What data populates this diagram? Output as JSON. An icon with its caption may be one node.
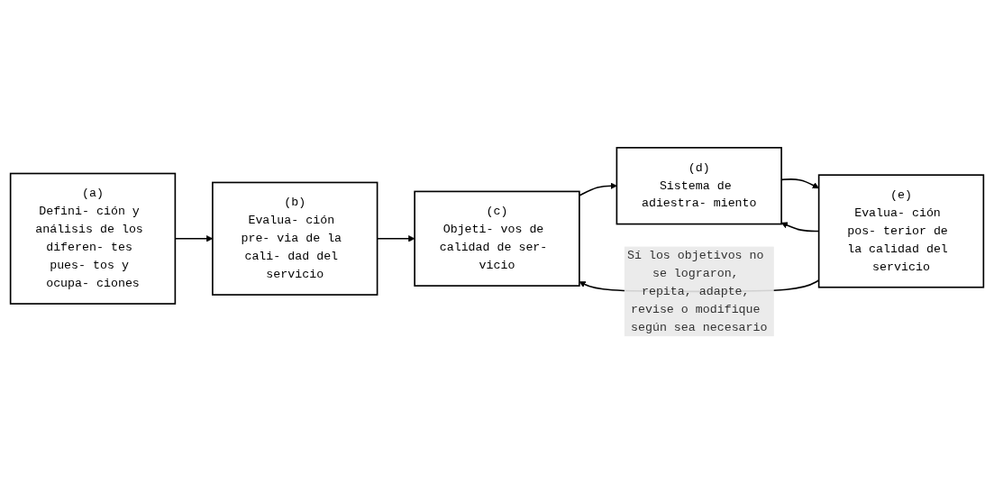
{
  "diagram": {
    "nodes": [
      {
        "text": [
          "(a)",
          "Defini- ción y análisis de los diferen- tes pues- tos y ocupa- ciones"
        ]
      },
      {
        "text": [
          "(b)",
          "Evalua- ción pre- via de la cali- dad del servicio"
        ]
      },
      {
        "text": [
          "(c)",
          "Objeti- vos de calidad de ser- vicio"
        ]
      },
      {
        "text": [
          "(d)",
          "Sistema de adiestra- miento"
        ]
      },
      {
        "text": [
          "(e)",
          "Evalua- ción pos- terior de la calidad del servicio"
        ]
      }
    ],
    "edges": [
      {
        "from": 0,
        "to": 1,
        "arrow": "to"
      },
      {
        "from": 1,
        "to": 2,
        "arrow": "to"
      },
      {
        "from": 2,
        "to": 3,
        "arrow": "to"
      },
      {
        "from": 3,
        "to": 4,
        "arrow": "to"
      },
      {
        "from": 4,
        "to": 2,
        "arrow": "to",
        "label": "Sí los objetivos no se lograron, repita, adapte, revise o modifique según sea necesario"
      },
      {
        "from": 4,
        "to": 3,
        "arrow": "to"
      }
    ]
  }
}
